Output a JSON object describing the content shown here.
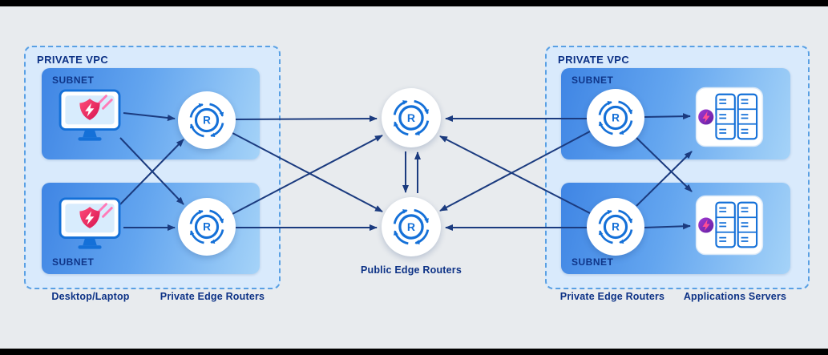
{
  "left_vpc": {
    "title": "PRIVATE VPC",
    "subnets": [
      {
        "label": "SUBNET"
      },
      {
        "label": "SUBNET"
      }
    ],
    "caption_devices": "Desktop/Laptop",
    "caption_routers": "Private Edge Routers"
  },
  "center": {
    "caption": "Public Edge Routers"
  },
  "right_vpc": {
    "title": "PRIVATE VPC",
    "subnets": [
      {
        "label": "SUBNET"
      },
      {
        "label": "SUBNET"
      }
    ],
    "caption_routers": "Private Edge Routers",
    "caption_servers": "Applications Servers"
  },
  "router_glyph": "R",
  "icons": {
    "router": "router-icon",
    "desktop": "desktop-shield-icon",
    "server": "application-server-icon"
  },
  "colors": {
    "arrow_navy": "#1b3b7f",
    "label_navy": "#0d3286",
    "router_blue": "#1470d8",
    "vpc_fill": "#d9eafc",
    "vpc_border": "#59a0e4",
    "subnet_gradient_start": "#3f85e4",
    "subnet_gradient_end": "#a5d3f8",
    "shield_red": "#d6134f",
    "badge_purple": "#5f1f9e",
    "bolt_pink": "#ff4d94",
    "background": "#e8ebee"
  }
}
